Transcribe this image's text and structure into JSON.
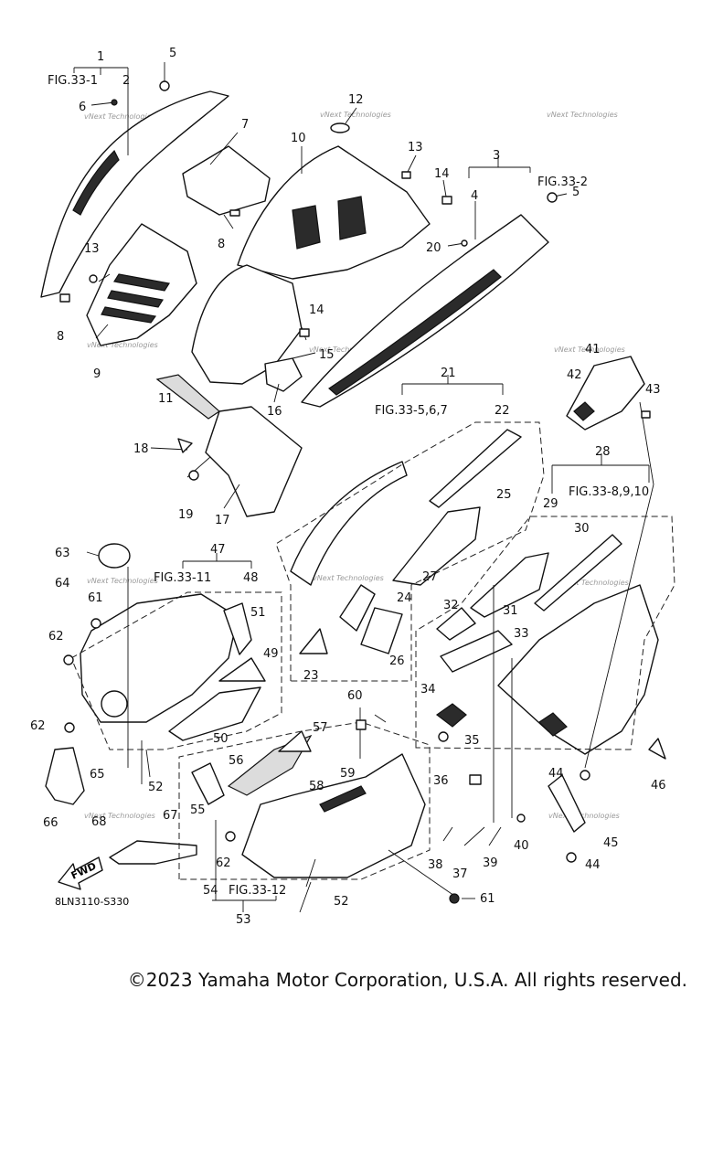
{
  "diagram_code": "8LN3110-S330",
  "copyright": "©2023 Yamaha Motor Corporation, U.S.A. All rights reserved.",
  "fwd_label": "FWD",
  "watermark": "vNext Technologies",
  "figure_refs": {
    "f1": "FIG.33-1",
    "f3": "FIG.33-2",
    "f21": "FIG.33-5,6,7",
    "f28": "FIG.33-8,9,10",
    "f47": "FIG.33-11",
    "f54": "FIG.33-12"
  },
  "callouts": {
    "n1": "1",
    "n2": "2",
    "n3": "3",
    "n4": "4",
    "n5a": "5",
    "n5b": "5",
    "n6": "6",
    "n7": "7",
    "n8a": "8",
    "n8b": "8",
    "n9": "9",
    "n10": "10",
    "n11": "11",
    "n12": "12",
    "n13a": "13",
    "n13b": "13",
    "n14a": "14",
    "n14b": "14",
    "n15": "15",
    "n16": "16",
    "n17": "17",
    "n18": "18",
    "n19": "19",
    "n20": "20",
    "n21": "21",
    "n22": "22",
    "n23": "23",
    "n24": "24",
    "n25": "25",
    "n26": "26",
    "n27": "27",
    "n28": "28",
    "n29": "29",
    "n30": "30",
    "n31": "31",
    "n32": "32",
    "n33": "33",
    "n34": "34",
    "n35": "35",
    "n36": "36",
    "n37": "37",
    "n38": "38",
    "n39": "39",
    "n40": "40",
    "n41": "41",
    "n42": "42",
    "n43": "43",
    "n44a": "44",
    "n44b": "44",
    "n45": "45",
    "n46": "46",
    "n47": "47",
    "n48": "48",
    "n49": "49",
    "n50": "50",
    "n51": "51",
    "n52a": "52",
    "n52b": "52",
    "n53": "53",
    "n54": "54",
    "n55": "55",
    "n56": "56",
    "n57": "57",
    "n58": "58",
    "n59": "59",
    "n60": "60",
    "n61a": "61",
    "n61b": "61",
    "n62a": "62",
    "n62b": "62",
    "n62c": "62",
    "n63": "63",
    "n64": "64",
    "n65": "65",
    "n66": "66",
    "n67": "67",
    "n68": "68"
  }
}
